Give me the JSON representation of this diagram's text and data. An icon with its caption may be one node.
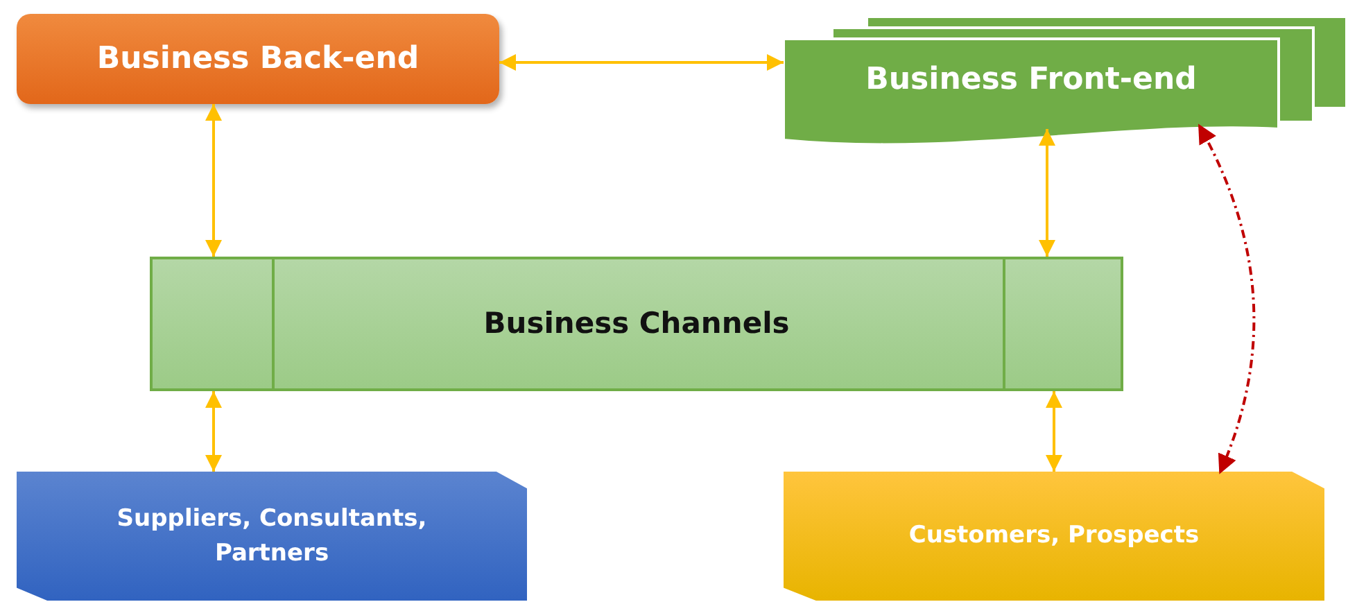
{
  "diagram": {
    "nodes": [
      {
        "text": [
          "Business Back-end"
        ]
      },
      {
        "text": [
          "Business Front-end"
        ]
      },
      {
        "text": [
          "Business Channels"
        ]
      },
      {
        "text": [
          "Suppliers, Consultants, Partners"
        ]
      },
      {
        "text": [
          "Customers, Prospects"
        ]
      }
    ],
    "edges": [
      {
        "from": 0,
        "to": 1,
        "arrow": "both"
      },
      {
        "from": 0,
        "to": 2,
        "arrow": "both"
      },
      {
        "from": 1,
        "to": 2,
        "arrow": "both"
      },
      {
        "from": 2,
        "to": 3,
        "arrow": "both"
      },
      {
        "from": 2,
        "to": 4,
        "arrow": "both"
      },
      {
        "from": 1,
        "to": 4,
        "arrow": "both",
        "style": "dashed",
        "color": "#c00000"
      }
    ]
  }
}
